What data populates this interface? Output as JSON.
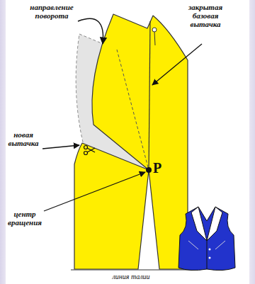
{
  "diagram": {
    "labels": [
      "направление поворота",
      "закрытая базовая вытачка",
      "новая вытачка",
      "P",
      "центр вращения",
      "линия талии"
    ]
  }
}
